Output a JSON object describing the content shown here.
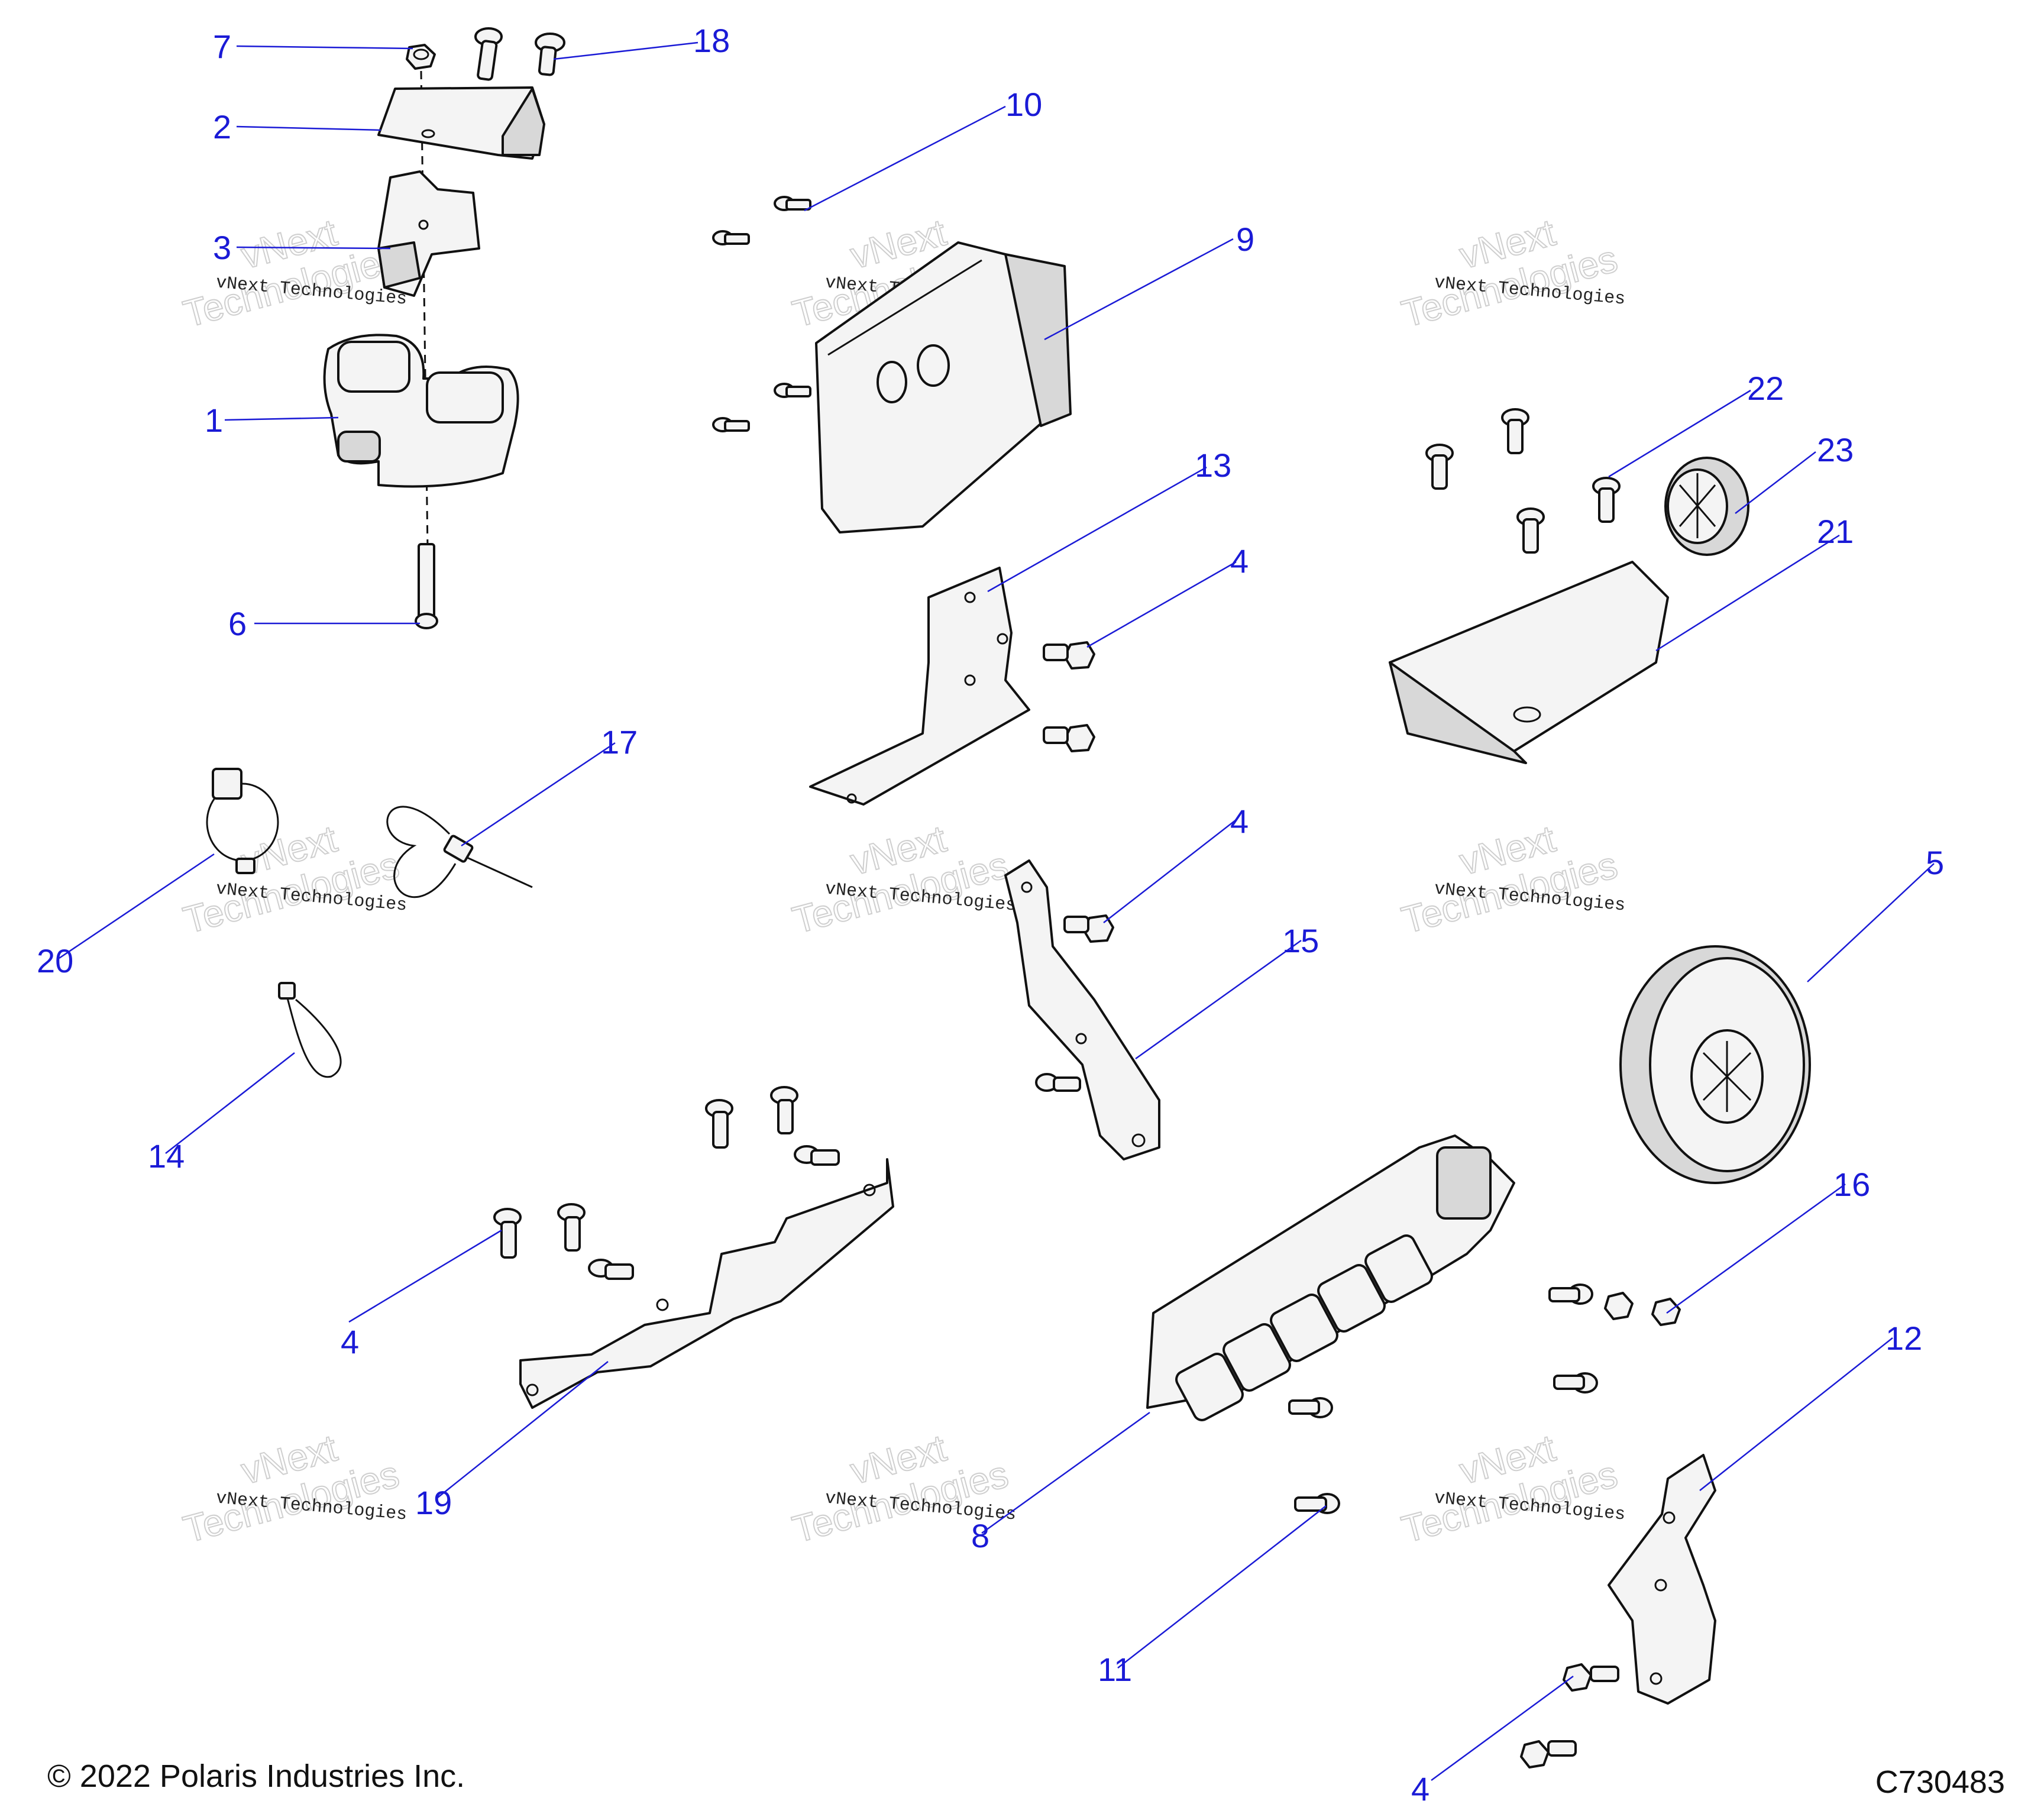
{
  "callouts": {
    "c1": "1",
    "c2": "2",
    "c3": "3",
    "c4a": "4",
    "c4b": "4",
    "c4c": "4",
    "c4d": "4",
    "c5": "5",
    "c6": "6",
    "c7": "7",
    "c8": "8",
    "c9": "9",
    "c10": "10",
    "c11": "11",
    "c12": "12",
    "c13": "13",
    "c14": "14",
    "c15": "15",
    "c16": "16",
    "c17": "17",
    "c18": "18",
    "c19": "19",
    "c20": "20",
    "c21": "21",
    "c22": "22",
    "c23": "23"
  },
  "watermark": {
    "small": "vNext Technologies",
    "large_top": "vNext",
    "large_bottom": "Technologies"
  },
  "footer": {
    "copyright": "© 2022 Polaris Industries Inc.",
    "drawing_number": "C730483"
  },
  "colors": {
    "callout": "#1a1ad6",
    "line": "#111111"
  }
}
